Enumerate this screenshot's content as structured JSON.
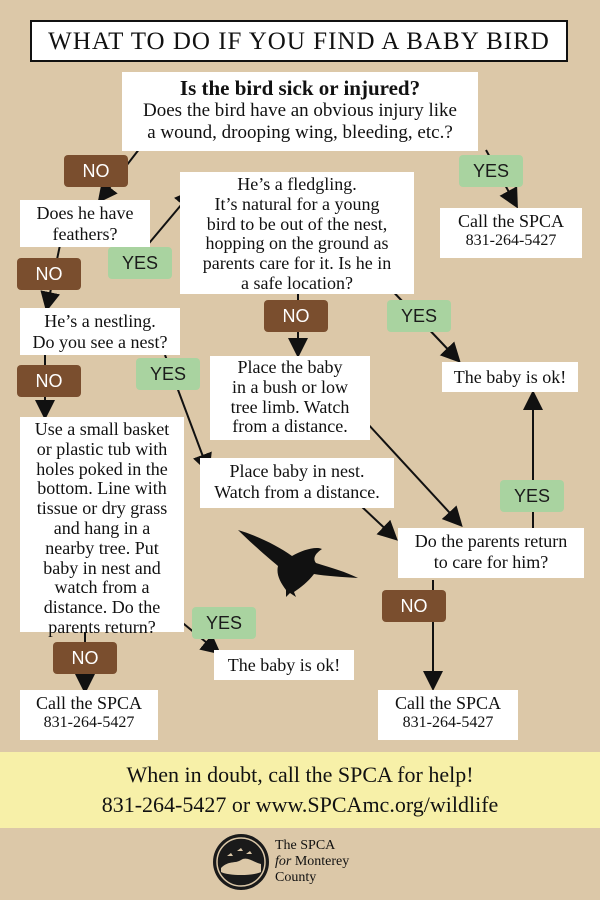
{
  "title": "WHAT TO DO IF YOU FIND A BABY BIRD",
  "q1": {
    "heading": "Is the bird sick or injured?",
    "line1": "Does the bird have an obvious injury like",
    "line2": "a wound, drooping wing, bleeding, etc.?"
  },
  "feathers": {
    "line1": "Does he have",
    "line2": "feathers?"
  },
  "fledgling": {
    "lines": [
      "He’s a fledgling.",
      "It’s natural for a young",
      "bird to be out of the nest,",
      "hopping on the ground as",
      "parents care for it. Is he in",
      "a safe location?"
    ]
  },
  "call1": {
    "line1": "Call the SPCA",
    "line2": "831-264-5427"
  },
  "nestling": {
    "line1": "He’s a nestling.",
    "line2": "Do you see a nest?"
  },
  "bush": {
    "lines": [
      "Place the baby",
      "in a bush or low",
      "tree limb. Watch",
      "from a distance."
    ]
  },
  "ok_right": "The baby is ok!",
  "basket": {
    "lines": [
      "Use a small basket",
      "or plastic tub with",
      "holes poked in the",
      "bottom. Line with",
      "tissue or dry grass",
      "and hang in a",
      "nearby tree. Put",
      "baby in nest and",
      "watch from a",
      "distance. Do the",
      "parents return?"
    ]
  },
  "place_nest": {
    "line1": "Place baby in nest.",
    "line2": "Watch from a distance."
  },
  "parents": {
    "line1": "Do the parents return",
    "line2": "to care for him?"
  },
  "ok_bottom": "The baby is ok!",
  "call2": {
    "line1": "Call the SPCA",
    "line2": "831-264-5427"
  },
  "call3": {
    "line1": "Call the SPCA",
    "line2": "831-264-5427"
  },
  "labels": {
    "no": "NO",
    "yes": "YES"
  },
  "footer": {
    "line1": "When in doubt, call the SPCA for help!",
    "line2": "831-264-5427 or www.SPCAmc.org/wildlife"
  },
  "logo": {
    "line1": "The SPCA",
    "line2_italic": "for",
    "line2_rest": "Monterey",
    "line3": "County"
  },
  "colors": {
    "background": "#dcc8a8",
    "no_tag": "#7a4e2e",
    "yes_tag": "#a9d3a0",
    "footer": "#f7f0a8"
  }
}
